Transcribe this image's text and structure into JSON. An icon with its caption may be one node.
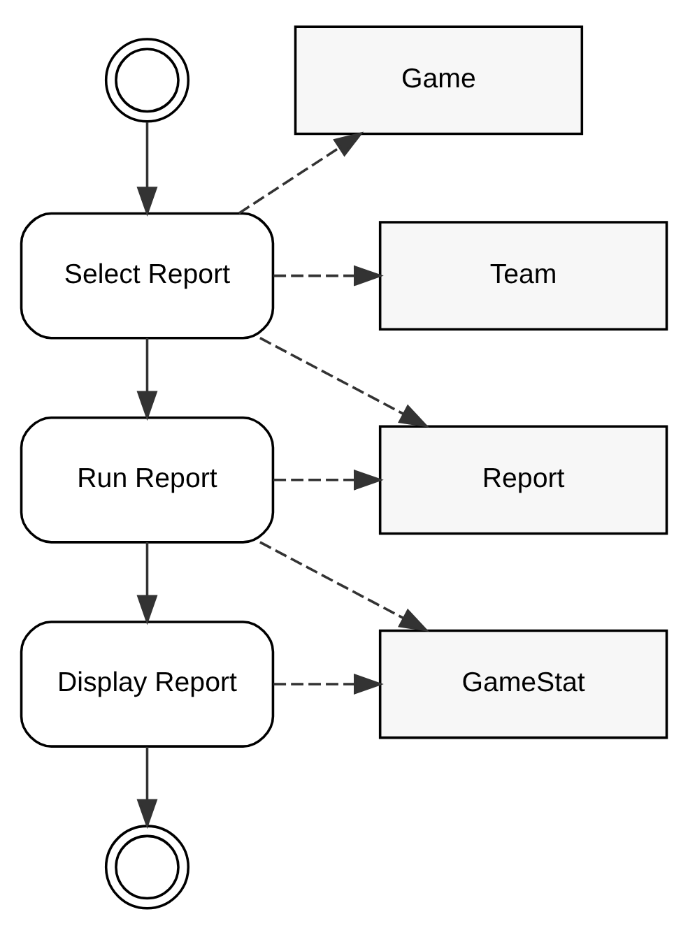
{
  "diagram": {
    "nodes": [
      {
        "text": [],
        "shape": "circle"
      },
      {
        "text": [
          "Select Report"
        ]
      },
      {
        "text": [
          "Run Report"
        ]
      },
      {
        "text": [
          "Display Report"
        ]
      },
      {
        "text": [],
        "shape": "circle"
      },
      {
        "text": [
          "Game"
        ]
      },
      {
        "text": [
          "Team"
        ]
      },
      {
        "text": [
          "Report"
        ]
      },
      {
        "text": [
          "GameStat"
        ]
      }
    ],
    "edges": [
      {
        "from": 0,
        "to": 1,
        "arrow": "to"
      },
      {
        "from": 1,
        "to": 5,
        "arrow": "to",
        "style": "dashed"
      },
      {
        "from": 1,
        "to": 6,
        "arrow": "to",
        "style": "dashed"
      },
      {
        "from": 1,
        "to": 7,
        "arrow": "to",
        "style": "dashed"
      },
      {
        "from": 1,
        "to": 2,
        "arrow": "to"
      },
      {
        "from": 2,
        "to": 7,
        "arrow": "to",
        "style": "dashed"
      },
      {
        "from": 2,
        "to": 8,
        "arrow": "to",
        "style": "dashed"
      },
      {
        "from": 2,
        "to": 3,
        "arrow": "to"
      },
      {
        "from": 3,
        "to": 8,
        "arrow": "to",
        "style": "dashed"
      },
      {
        "from": 3,
        "to": 4,
        "arrow": "to"
      }
    ]
  }
}
